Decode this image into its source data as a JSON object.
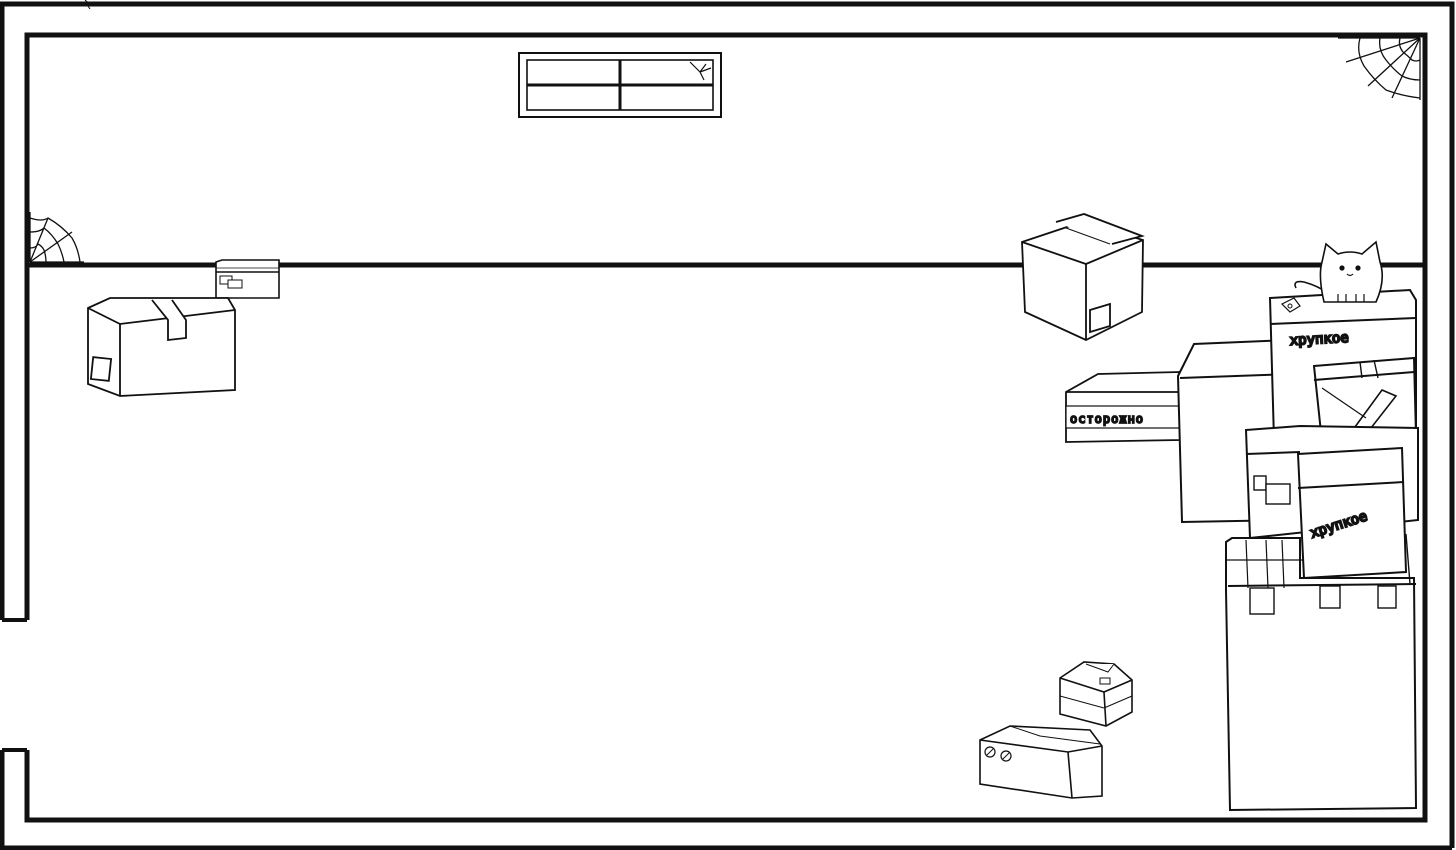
{
  "scene": {
    "name": "storage-room",
    "palette": {
      "ink": "#111111",
      "paper": "#ffffff",
      "shade": "#f3f3f3"
    }
  },
  "labels": {
    "fragile_top": "хрупкое",
    "fragile_lower": "хрупкое",
    "careful": "осторожно"
  },
  "icons": [
    "cursor-icon",
    "spiderweb-icon",
    "window-icon",
    "cat-icon"
  ]
}
